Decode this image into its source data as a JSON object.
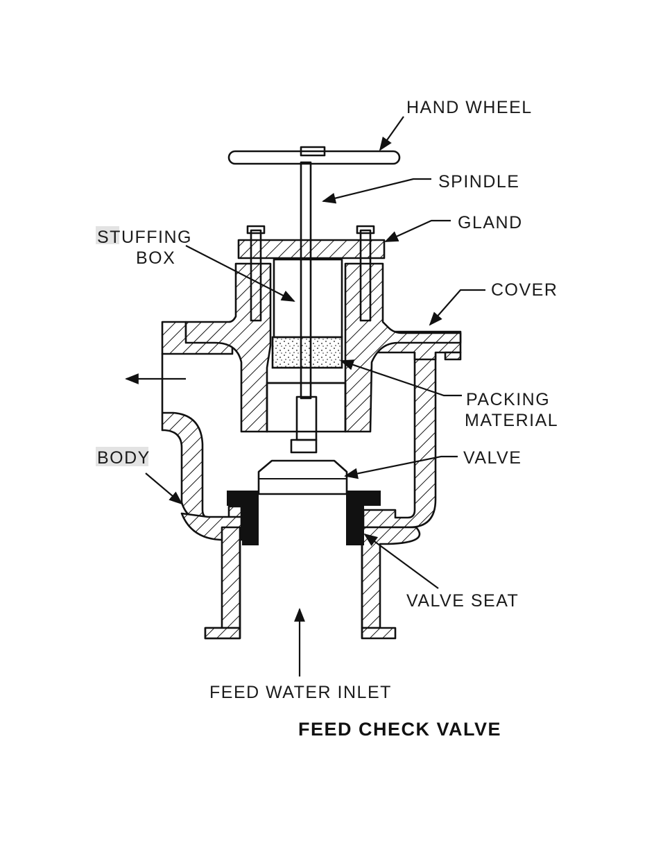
{
  "title": "FEED CHECK VALVE",
  "labels": {
    "hand_wheel": "HAND  WHEEL",
    "spindle": "SPINDLE",
    "gland": "GLAND",
    "stuffing_box_line1": "STUFFING",
    "stuffing_box_line2": "BOX",
    "cover": "COVER",
    "packing_line1": "PACKING",
    "packing_line2": "MATERIAL",
    "valve": "VALVE",
    "body": "BODY",
    "valve_seat": "VALVE  SEAT",
    "feed_water_inlet": "FEED  WATER  INLET"
  },
  "colors": {
    "ink": "#111111",
    "highlight": "#e3e3e3",
    "packing_fill": "#ffffff"
  }
}
